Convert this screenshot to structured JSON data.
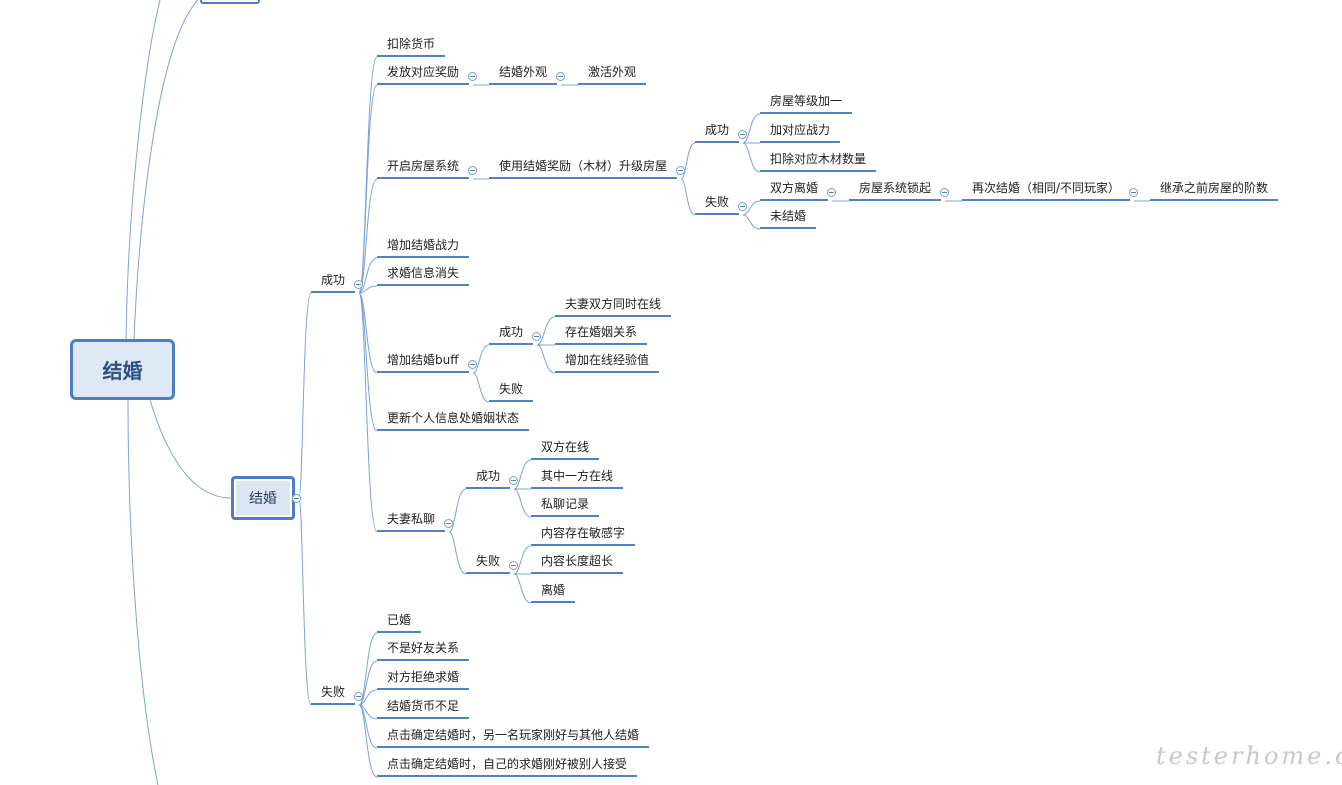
{
  "root": {
    "label": "结婚"
  },
  "main": {
    "label": "结婚"
  },
  "watermark": "testerhome.com",
  "colors": {
    "line": "#7aa3d6",
    "underline": "#4f81c7",
    "root_fill": "#dfe8f5",
    "root_border": "#4a7fc8"
  },
  "nodes": {
    "success": "成功",
    "fail": "失败",
    "s_deduct_currency": "扣除货币",
    "s_reward": "发放对应奖励",
    "s_reward_appearance": "结婚外观",
    "s_reward_activate": "激活外观",
    "s_house": "开启房屋系统",
    "s_house_upgrade": "使用结婚奖励（木材）升级房屋",
    "h_success": "成功",
    "h_level_up": "房屋等级加一",
    "h_power": "加对应战力",
    "h_deduct_wood": "扣除对应木材数量",
    "h_fail": "失败",
    "h_divorce": "双方离婚",
    "h_locked": "房屋系统锁起",
    "h_remarry": "再次结婚（相同/不同玩家）",
    "h_inherit": "继承之前房屋的阶数",
    "h_unmarried": "未结婚",
    "s_power": "增加结婚战力",
    "s_proposal_gone": "求婚信息消失",
    "s_buff": "增加结婚buff",
    "b_success": "成功",
    "b_both_online": "夫妻双方同时在线",
    "b_married": "存在婚姻关系",
    "b_exp": "增加在线经验值",
    "b_fail": "失败",
    "s_update_status": "更新个人信息处婚姻状态",
    "s_chat": "夫妻私聊",
    "c_success": "成功",
    "c_both_online": "双方在线",
    "c_one_online": "其中一方在线",
    "c_history": "私聊记录",
    "c_fail": "失败",
    "c_sensitive": "内容存在敏感字",
    "c_too_long": "内容长度超长",
    "c_divorced": "离婚",
    "f_married": "已婚",
    "f_not_friend": "不是好友关系",
    "f_rejected": "对方拒绝求婚",
    "f_no_currency": "结婚货币不足",
    "f_other_married": "点击确定结婚时，另一名玩家刚好与其他人结婚",
    "f_accepted_by_other": "点击确定结婚时，自己的求婚刚好被别人接受"
  }
}
